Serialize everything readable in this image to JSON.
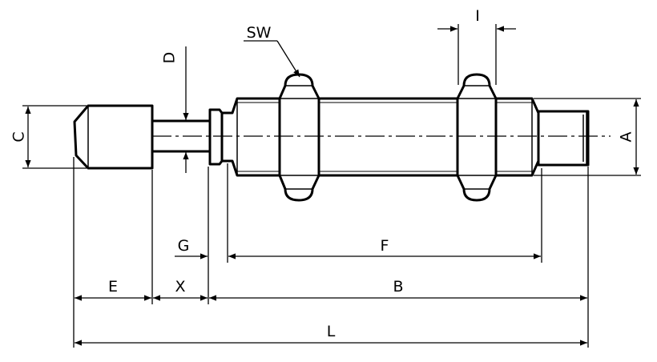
{
  "diagram": {
    "labels": {
      "a": "A",
      "b": "B",
      "c": "C",
      "d": "D",
      "e": "E",
      "f": "F",
      "g": "G",
      "i": "I",
      "l": "L",
      "sw": "SW",
      "x": "X"
    }
  }
}
